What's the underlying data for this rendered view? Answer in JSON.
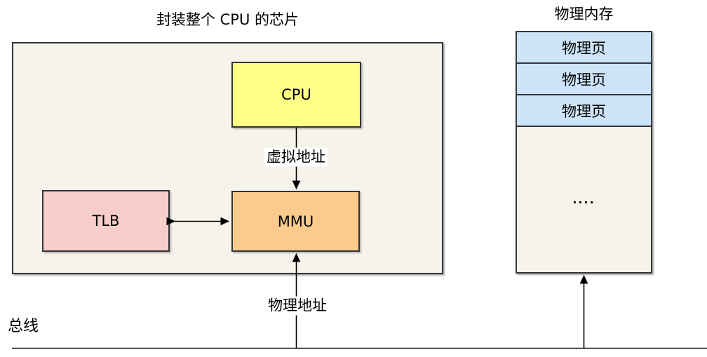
{
  "chip": {
    "title": "封装整个 CPU 的芯片",
    "cpu_label": "CPU",
    "tlb_label": "TLB",
    "mmu_label": "MMU"
  },
  "labels": {
    "virtual_address": "虚拟地址",
    "physical_address": "物理地址",
    "bus": "总线"
  },
  "memory": {
    "title": "物理内存",
    "pages": [
      "物理页",
      "物理页",
      "物理页"
    ],
    "ellipsis": "...."
  },
  "colors": {
    "chip_fill": "#F6F3EB",
    "cpu_fill": "#FFFF88",
    "tlb_fill": "#F8CECC",
    "mmu_fill": "#FBCB8D",
    "page_fill": "#CDE4F9",
    "stroke": "#33363A",
    "text": "#000000",
    "background": "#FFFFFF"
  }
}
